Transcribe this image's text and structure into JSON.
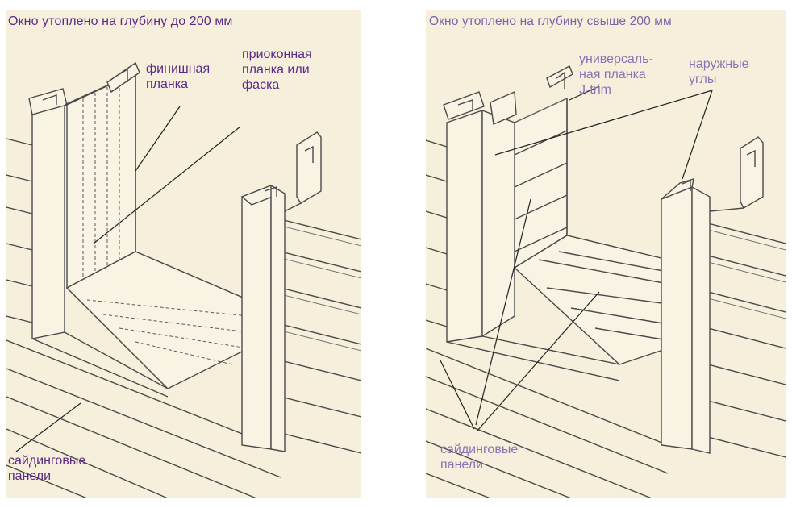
{
  "left_panel": {
    "title": "Окно утоплено на глубину до 200 мм",
    "labels": {
      "finish_strip": "финишная\nпланка",
      "window_strip": "приоконная\nпланка или\nфаска",
      "siding_panels": "сайдинговые\nпанели"
    }
  },
  "right_panel": {
    "title": "Окно утоплено на глубину свыше 200 мм",
    "labels": {
      "j_trim": "универсаль-\nная планка\nJ-trim",
      "outer_corners": "наружные\nуглы",
      "siding_panels": "сайдинговые\nпанели"
    }
  },
  "colors": {
    "panel_bg": "#f5efdc",
    "label_text": "#5b2a86",
    "label_text_light": "#8a73b4",
    "line": "#4a4a4a"
  }
}
